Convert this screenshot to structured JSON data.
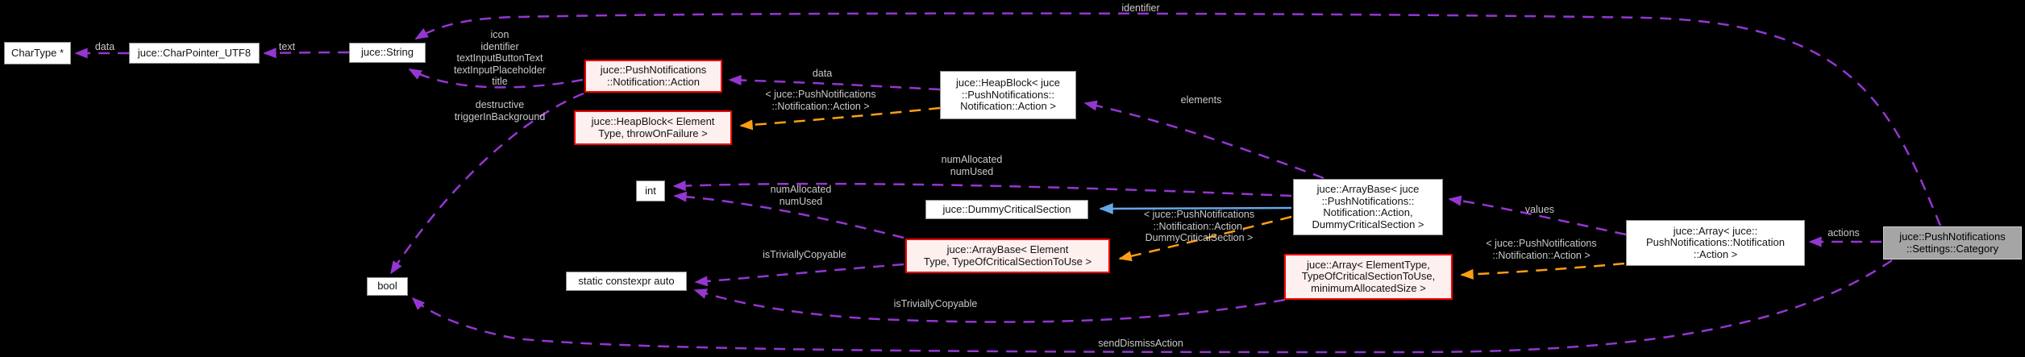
{
  "diagram_type": "doxygen-collaboration-graph",
  "colors": {
    "background": "#000000",
    "edge_purple": "#9536d2",
    "edge_orange": "#ff9e14",
    "edge_blue": "#64a7e8",
    "node_border": "#909090",
    "node_fill": "#ffffff",
    "highlight_border": "#f40000",
    "highlight_fill": "#fdf0ee",
    "selected_fill": "#a5a5a5",
    "selected_border": "#cfcfcf",
    "label_text": "#c9c9c9",
    "node_text": "#141414"
  },
  "nodes": {
    "chartype": {
      "lines": [
        "CharType *"
      ]
    },
    "charpointer_utf8": {
      "lines": [
        "juce::CharPointer_UTF8"
      ]
    },
    "string": {
      "lines": [
        "juce::String"
      ]
    },
    "notification_action": {
      "lines": [
        "juce::PushNotifications",
        "::Notification::Action"
      ]
    },
    "heapblock_template": {
      "lines": [
        "juce::HeapBlock< Element",
        "Type, throwOnFailure >"
      ]
    },
    "heapblock_action": {
      "lines": [
        "juce::HeapBlock< juce",
        "::PushNotifications::",
        "Notification::Action >"
      ]
    },
    "int_type": {
      "lines": [
        "int"
      ]
    },
    "dummy_critical_section": {
      "lines": [
        "juce::DummyCriticalSection"
      ]
    },
    "arraybase_template": {
      "lines": [
        "juce::ArrayBase< Element",
        "Type, TypeOfCriticalSectionToUse >"
      ]
    },
    "arraybase_action": {
      "lines": [
        "juce::ArrayBase< juce",
        "::PushNotifications::",
        "Notification::Action,",
        "DummyCriticalSection >"
      ]
    },
    "array_template": {
      "lines": [
        "juce::Array< ElementType,",
        "TypeOfCriticalSectionToUse,",
        "minimumAllocatedSize >"
      ]
    },
    "array_action": {
      "lines": [
        "juce::Array< juce::",
        "PushNotifications::Notification",
        "::Action >"
      ]
    },
    "category": {
      "lines": [
        "juce::PushNotifications",
        "::Settings::Category"
      ]
    },
    "static_constexpr_auto": {
      "lines": [
        "static constexpr auto"
      ]
    },
    "bool_type": {
      "lines": [
        "bool"
      ]
    }
  },
  "edge_labels": {
    "data_charpointer": {
      "lines": [
        "data"
      ]
    },
    "text_string": {
      "lines": [
        "text"
      ]
    },
    "string_members": {
      "lines": [
        "icon",
        "identifier",
        "textInputButtonText",
        "textInputPlaceholder",
        "title"
      ]
    },
    "bool_members": {
      "lines": [
        "destructive",
        "triggerInBackground"
      ]
    },
    "identifier_top": {
      "lines": [
        "identifier"
      ]
    },
    "data_heapblock": {
      "lines": [
        "data"
      ]
    },
    "heapblock_template_args": {
      "lines": [
        "< juce::PushNotifications",
        "::Notification::Action >"
      ]
    },
    "elements": {
      "lines": [
        "elements"
      ]
    },
    "num_upper": {
      "lines": [
        "numAllocated",
        "numUsed"
      ]
    },
    "num_mid": {
      "lines": [
        "numAllocated",
        "numUsed"
      ]
    },
    "arraybase_template_args": {
      "lines": [
        "< juce::PushNotifications",
        "::Notification::Action,",
        "DummyCriticalSection >"
      ]
    },
    "is_trivially_copyable_1": {
      "lines": [
        "isTriviallyCopyable"
      ]
    },
    "values": {
      "lines": [
        "values"
      ]
    },
    "array_template_args": {
      "lines": [
        "< juce::PushNotifications",
        "::Notification::Action >"
      ]
    },
    "actions": {
      "lines": [
        "actions"
      ]
    },
    "is_trivially_copyable_2": {
      "lines": [
        "isTriviallyCopyable"
      ]
    },
    "send_dismiss_action": {
      "lines": [
        "sendDismissAction"
      ]
    }
  }
}
